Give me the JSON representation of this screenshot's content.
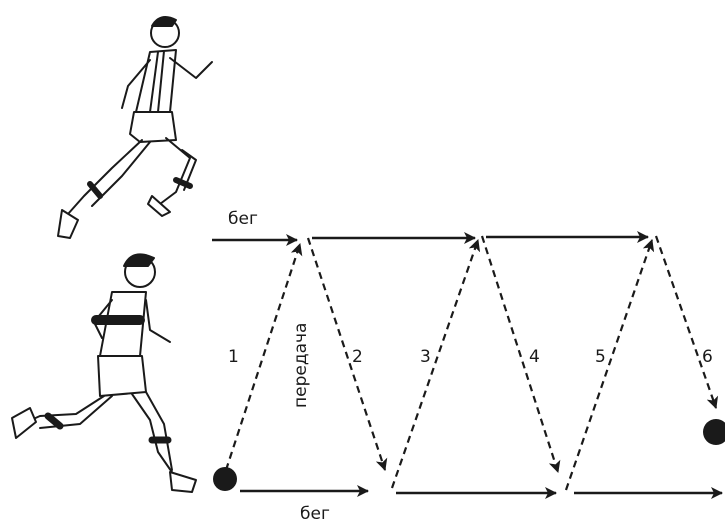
{
  "labels": {
    "run_top": "бег",
    "run_bottom": "бег",
    "pass": "передача"
  },
  "pass_numbers": [
    "1",
    "2",
    "3",
    "4",
    "5",
    "6"
  ],
  "figures": {
    "top_runner": "runner-figure",
    "bottom_runner": "runner-figure"
  },
  "colors": {
    "ink": "#1a1a1a",
    "background": "#ffffff"
  }
}
